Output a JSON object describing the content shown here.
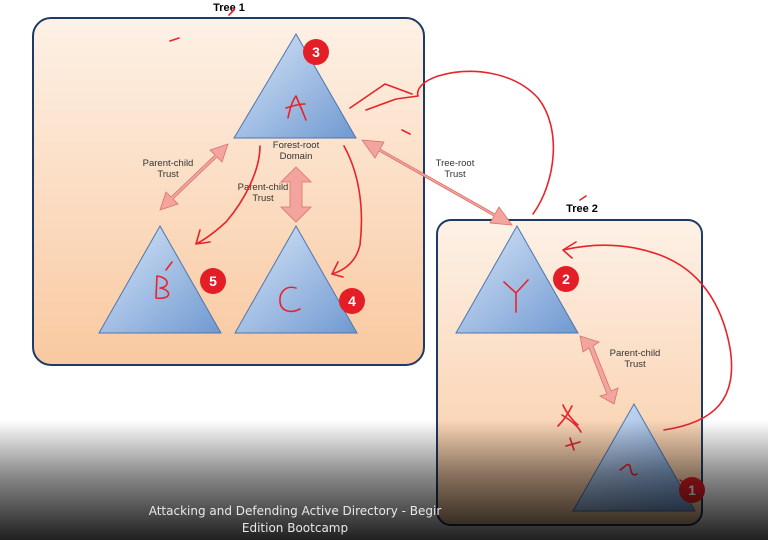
{
  "colors": {
    "box_fill_light": "#fdf1e6",
    "box_fill_dark": "#f9c9a0",
    "box_border": "#1f3b63",
    "triangle_light": "#d9e6f8",
    "triangle_dark": "#6f99d1",
    "triangle_stroke": "#4c76b0",
    "trust_arrow": "#f3a49e",
    "ink": "#e8232b",
    "badge": "#e41e26"
  },
  "trees": {
    "tree1_title": "Tree 1",
    "tree2_title": "Tree 2"
  },
  "domains": {
    "a": {
      "label": "Forest-root\nDomain",
      "badge": "3"
    },
    "b": {
      "badge": "5"
    },
    "c": {
      "badge": "4"
    },
    "y": {
      "badge": "2"
    },
    "z": {
      "badge": "1"
    }
  },
  "trusts": {
    "a_b": "Parent-child\nTrust",
    "a_c": "Parent-child\nTrust",
    "a_y": "Tree-root\nTrust",
    "y_z": "Parent-child\nTrust"
  },
  "caption": {
    "line1": "Attacking and Defending Active Directory - Begir",
    "line2": "Edition Bootcamp"
  }
}
